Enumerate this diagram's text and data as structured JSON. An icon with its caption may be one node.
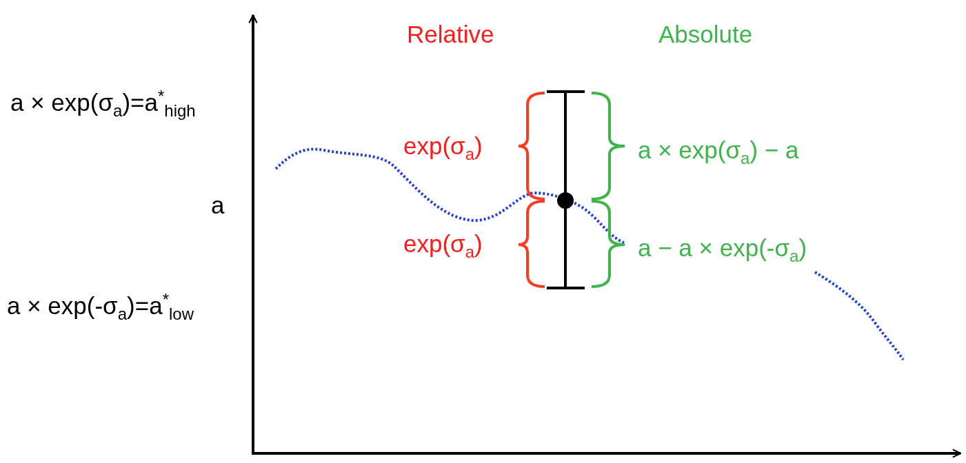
{
  "diagram": {
    "labels": [
      "Relative",
      "Absolute",
      "a × exp(σ$_{a}$)=a$^{*}$$_{high}$",
      "exp(σ$_{a}$)",
      "a × exp(σ$_{a}$) − a",
      "a",
      "exp(σ$_{a}$)",
      "a − a × exp(-σ$_{a}$)",
      "a × exp(-σ$_{a}$)=a$^{*}$$_{low}$"
    ]
  }
}
